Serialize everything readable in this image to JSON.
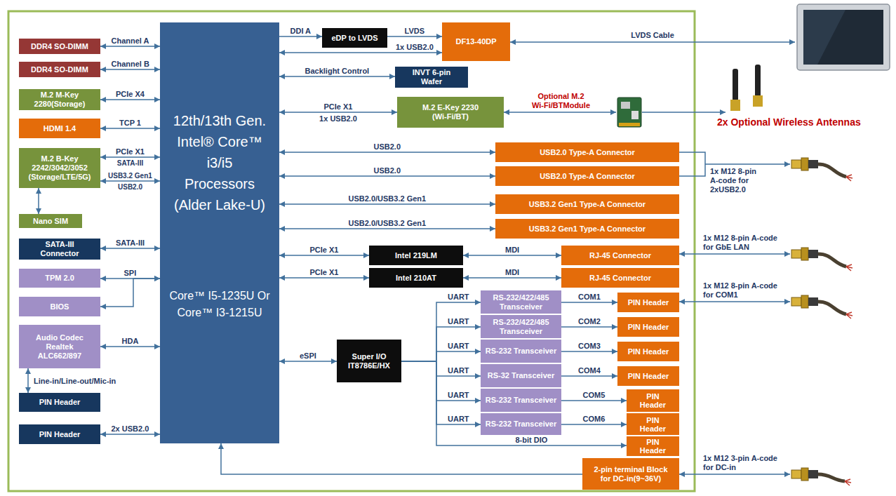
{
  "diagram": {
    "nodes": [
      {
        "text": [
          "DDR4 SO-DIMM"
        ]
      },
      {
        "text": [
          "DDR4 SO-DIMM"
        ]
      },
      {
        "text": [
          "M.2 M-Key 2280(Storage)"
        ]
      },
      {
        "text": [
          "HDMI 1.4"
        ]
      },
      {
        "text": [
          "M.2 B-Key 2242/3042/3052 (Storage/LTE/5G)"
        ]
      },
      {
        "text": [
          "Nano SIM"
        ]
      },
      {
        "text": [
          "SATA-III Connector"
        ]
      },
      {
        "text": [
          "TPM 2.0"
        ]
      },
      {
        "text": [
          "BIOS"
        ]
      },
      {
        "text": [
          "Audio Codec Realtek ALC662/897"
        ]
      },
      {
        "text": [
          "PIN Header"
        ]
      },
      {
        "text": [
          "PIN Header"
        ]
      },
      {
        "text": [
          "12th/13th Gen. Intel® Core™ i3/i5 Processors (Alder Lake-U)",
          "Core™ I5-1235U Or Core™ I3-1215U"
        ]
      },
      {
        "text": [
          "eDP to LVDS"
        ]
      },
      {
        "text": [
          "DF13-40DP"
        ]
      },
      {
        "text": [
          "INVT 6-pin Wafer"
        ]
      },
      {
        "text": [
          "M.2 E-Key 2230 (Wi-Fi/BT)"
        ]
      },
      {
        "text": [
          "USB2.0 Type-A Connector"
        ]
      },
      {
        "text": [
          "USB2.0 Type-A Connector"
        ]
      },
      {
        "text": [
          "USB3.2 Gen1 Type-A Connector"
        ]
      },
      {
        "text": [
          "USB3.2 Gen1 Type-A Connector"
        ]
      },
      {
        "text": [
          "Intel 219LM"
        ]
      },
      {
        "text": [
          "Intel 210AT"
        ]
      },
      {
        "text": [
          "RJ-45 Connector"
        ]
      },
      {
        "text": [
          "RJ-45 Connector"
        ]
      },
      {
        "text": [
          "Super I/O IT8786E/HX"
        ]
      },
      {
        "text": [
          "RS-232/422/485 Transceiver"
        ]
      },
      {
        "text": [
          "RS-232/422/485 Transceiver"
        ]
      },
      {
        "text": [
          "RS-232 Transceiver"
        ]
      },
      {
        "text": [
          "RS-32 Transceiver"
        ]
      },
      {
        "text": [
          "RS-232 Transceiver"
        ]
      },
      {
        "text": [
          "RS-232 Transceiver"
        ]
      },
      {
        "text": [
          "PIN Header"
        ]
      },
      {
        "text": [
          "PIN Header"
        ]
      },
      {
        "text": [
          "PIN Header"
        ]
      },
      {
        "text": [
          "PIN Header"
        ]
      },
      {
        "text": [
          "PIN Header"
        ]
      },
      {
        "text": [
          "PIN Header"
        ]
      },
      {
        "text": [
          "PIN Header"
        ]
      },
      {
        "text": [
          "2-pin terminal Block for DC-in(9~36V)"
        ]
      }
    ],
    "edges": [
      {
        "from": 0,
        "to": 12,
        "arrow": "both",
        "label": "Channel A"
      },
      {
        "from": 1,
        "to": 12,
        "arrow": "both",
        "label": "Channel B"
      },
      {
        "from": 2,
        "to": 12,
        "arrow": "both",
        "label": "PCIe X4"
      },
      {
        "from": 3,
        "to": 12,
        "arrow": "both",
        "label": "TCP 1"
      },
      {
        "from": 4,
        "to": 12,
        "arrow": "both",
        "label": "PCIe X1"
      },
      {
        "from": 4,
        "to": 12,
        "arrow": "both",
        "label": "USB3.2 Gen1"
      },
      {
        "from": 4,
        "to": 5,
        "arrow": "both"
      },
      {
        "from": 6,
        "to": 12,
        "arrow": "both",
        "label": "SATA-III"
      },
      {
        "from": 7,
        "to": 12,
        "arrow": "both",
        "label": "SPI"
      },
      {
        "from": 8,
        "to": 12,
        "arrow": "both"
      },
      {
        "from": 9,
        "to": 12,
        "arrow": "both",
        "label": "HDA"
      },
      {
        "from": 9,
        "to": 10,
        "arrow": "both",
        "label": "Line-in/Line-out/Mic-in"
      },
      {
        "from": 11,
        "to": 12,
        "arrow": "both",
        "label": "2x USB2.0"
      },
      {
        "from": 12,
        "to": 13,
        "arrow": "to",
        "label": "DDI A"
      },
      {
        "from": 13,
        "to": 14,
        "arrow": "to",
        "label": "LVDS"
      },
      {
        "from": 12,
        "to": 14,
        "arrow": "both",
        "label": "1x USB2.0"
      },
      {
        "from": 12,
        "to": 15,
        "arrow": "both",
        "label": "Backlight Control"
      },
      {
        "from": 12,
        "to": 16,
        "arrow": "both",
        "label": "PCIe X1"
      },
      {
        "from": 12,
        "to": 17,
        "arrow": "both",
        "label": "USB2.0"
      },
      {
        "from": 12,
        "to": 18,
        "arrow": "both",
        "label": "USB2.0"
      },
      {
        "from": 12,
        "to": 19,
        "arrow": "both",
        "label": "USB2.0/USB3.2 Gen1"
      },
      {
        "from": 12,
        "to": 20,
        "arrow": "both",
        "label": "USB2.0/USB3.2 Gen1"
      },
      {
        "from": 12,
        "to": 21,
        "arrow": "both",
        "label": "PCIe X1"
      },
      {
        "from": 12,
        "to": 22,
        "arrow": "both",
        "label": "PCIe X1"
      },
      {
        "from": 21,
        "to": 23,
        "arrow": "both",
        "label": "MDI"
      },
      {
        "from": 22,
        "to": 24,
        "arrow": "both",
        "label": "MDI"
      },
      {
        "from": 12,
        "to": 25,
        "arrow": "both",
        "label": "eSPI"
      },
      {
        "from": 25,
        "to": 26,
        "arrow": "to",
        "label": "UART"
      },
      {
        "from": 25,
        "to": 27,
        "arrow": "to",
        "label": "UART"
      },
      {
        "from": 25,
        "to": 28,
        "arrow": "to",
        "label": "UART"
      },
      {
        "from": 25,
        "to": 29,
        "arrow": "to",
        "label": "UART"
      },
      {
        "from": 25,
        "to": 30,
        "arrow": "to",
        "label": "UART"
      },
      {
        "from": 25,
        "to": 31,
        "arrow": "to",
        "label": "UART"
      },
      {
        "from": 25,
        "to": 38,
        "arrow": "to",
        "label": "8-bit DIO"
      },
      {
        "from": 26,
        "to": 32,
        "arrow": "to",
        "label": "COM1"
      },
      {
        "from": 27,
        "to": 33,
        "arrow": "to",
        "label": "COM2"
      },
      {
        "from": 28,
        "to": 34,
        "arrow": "to",
        "label": "COM3"
      },
      {
        "from": 29,
        "to": 35,
        "arrow": "to",
        "label": "COM4"
      },
      {
        "from": 30,
        "to": 36,
        "arrow": "to",
        "label": "COM5"
      },
      {
        "from": 31,
        "to": 37,
        "arrow": "to",
        "label": "COM6"
      },
      {
        "from": 39,
        "to": 12,
        "arrow": "to"
      }
    ],
    "labels": [
      "LVDS Cable",
      "Optional M.2 Wi-Fi/BTModule",
      "2x Optional Wireless Antennas",
      "1x M12 8-pin A-code for 2xUSB2.0",
      "1x M12 8-pin A-code for GbE LAN",
      "1x M12 8-pin A-code for COM1",
      "1x M12 3-pin A-code for DC-in",
      "SATA-III",
      "USB2.0",
      "1x USB2.0"
    ]
  }
}
